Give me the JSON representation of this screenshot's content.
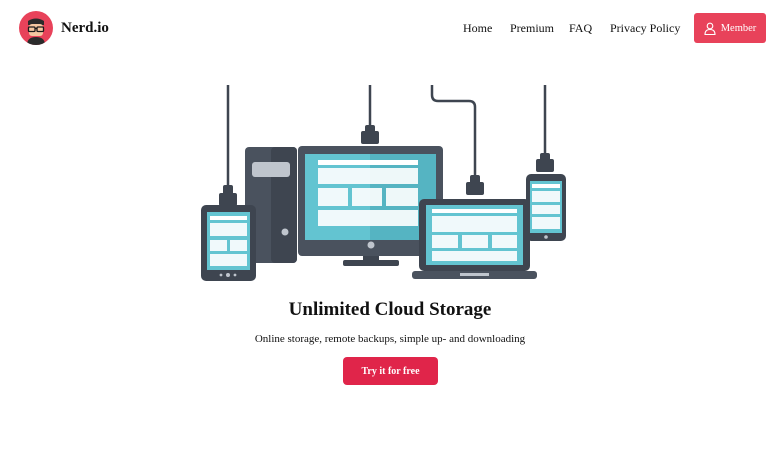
{
  "brand": {
    "name": "Nerd.io",
    "logo_icon": "nerd-glasses-icon",
    "accent": "#e8425a"
  },
  "nav": {
    "items": [
      "Home",
      "Premium",
      "FAQ",
      "Privacy Policy"
    ]
  },
  "member_button": {
    "label": "Member",
    "icon": "user-icon"
  },
  "hero": {
    "illustration": "cloud-devices-illustration",
    "title": "Unlimited Cloud Storage",
    "subtitle": "Online storage, remote backups, simple up- and downloading",
    "cta_label": "Try it for free",
    "cta_color": "#e0254a"
  }
}
